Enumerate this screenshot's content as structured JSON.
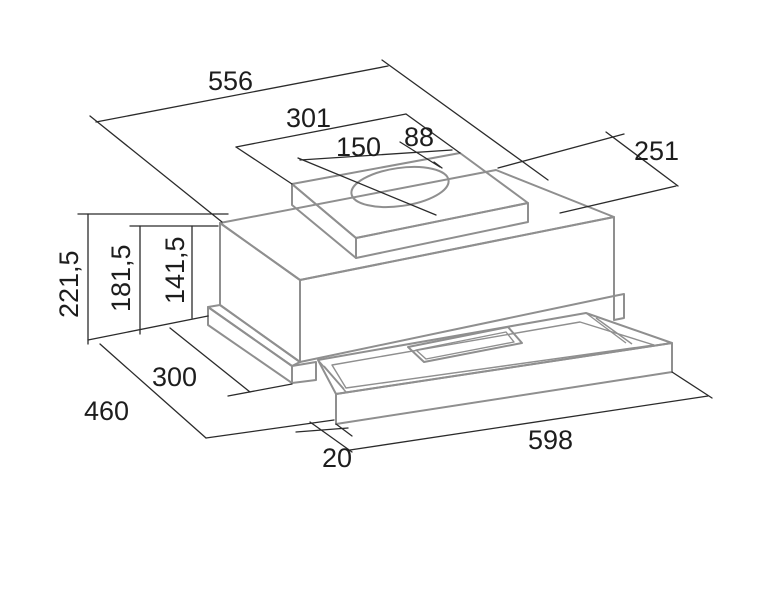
{
  "dimensions": {
    "d556": "556",
    "d301": "301",
    "d150": "150",
    "d88": "88",
    "d251": "251",
    "d221_5": "221,5",
    "d181_5": "181,5",
    "d141_5": "141,5",
    "d300": "300",
    "d460": "460",
    "d598": "598",
    "d20": "20"
  },
  "colors": {
    "body": "#8f8f8f",
    "dimension": "#2b2b2b"
  }
}
